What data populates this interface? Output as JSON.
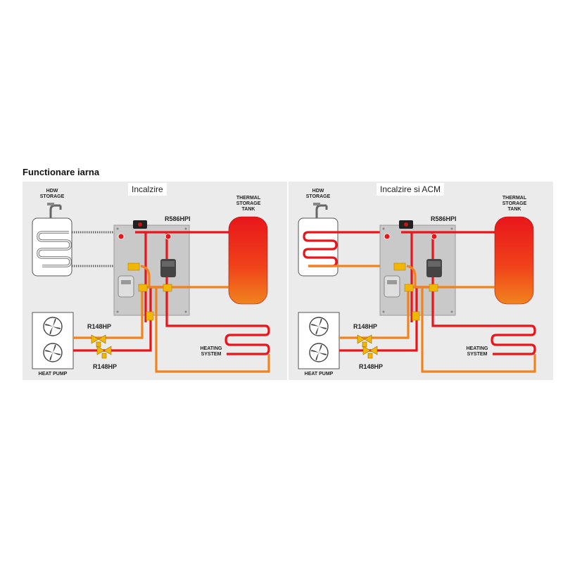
{
  "heading": "Functionare iarna",
  "panels": [
    {
      "title": "Incalzire",
      "labels": {
        "hdw_storage": "HDW STORAGE",
        "thermal_storage_tank": "THERMAL STORAGE TANK",
        "heat_pump": "HEAT PUMP",
        "heating_system": "HEATING SYSTEM",
        "module_model": "R586HPI",
        "valve_top_model": "R148HP",
        "valve_bottom_model": "R148HP"
      },
      "dhw_coil_active": false
    },
    {
      "title": "Incalzire si ACM",
      "labels": {
        "hdw_storage": "HDW STORAGE",
        "thermal_storage_tank": "THERMAL STORAGE TANK",
        "heat_pump": "HEAT PUMP",
        "heating_system": "HEATING SYSTEM",
        "module_model": "R586HPI",
        "valve_top_model": "R148HP",
        "valve_bottom_model": "R148HP"
      },
      "dhw_coil_active": true
    }
  ],
  "colors": {
    "hot": "#e8161b",
    "warm": "#f0831e",
    "inactive": "#8a8a8a",
    "brass": "#f2b705"
  },
  "icons": {
    "tap": "tap-icon",
    "fan": "fan-icon",
    "valve": "three-way-valve-icon",
    "pump": "circulator-pump-icon"
  }
}
